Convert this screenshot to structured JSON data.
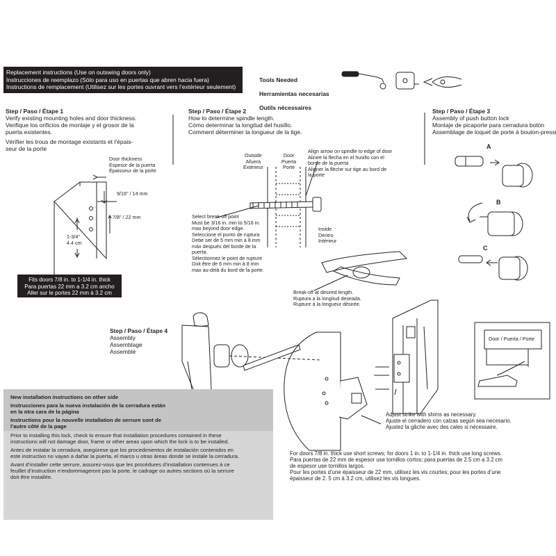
{
  "header": {
    "banner_lines": [
      "Replacement instructions (Use on outswing doors only)",
      "Instrucciones de reemplazo (Sólo para uso en puertas que abren hacia fuera)",
      "Instructions de remplacement (Utilisez sur les portes ouvrant vers l’extérieur seulement)"
    ],
    "tools_lines": [
      "Tools Needed",
      "Herramientas necesarias",
      "Outils nécessaires"
    ],
    "tool_icons": [
      "screwdriver-icon",
      "tape-measure-icon",
      "pliers-icon"
    ]
  },
  "step1": {
    "title": "Step / Paso / Étape 1",
    "text_lines": [
      "Verify existing mounting holes and door thickness.",
      "Verifique los orificios de montaje y el grosor de la",
      "puerta existentes.",
      "Vérifier les trous de montage existants et l’épais-",
      "seur de la porte"
    ],
    "door_thickness_lines": [
      "Door thickness",
      "Espesor de la puerta",
      "Épaisseur de la porte"
    ],
    "dim_916": "9/16\" / 14 mm",
    "dim_78": "7/8\" / 22 mm",
    "dim_134_lines": [
      "1-3/4\"",
      "4.4 cm"
    ],
    "fits_lines": [
      "Fits doors 7/8 in. to 1-1/4 in. thick",
      "Para puertas 22 mm a 3.2 cm ancho",
      "Aller sur le portes 22 mm à 3.2 cm"
    ]
  },
  "step2": {
    "title": "Step / Paso / Étape 2",
    "text_lines": [
      "How to determine spindle length.",
      "Cómo determinar la longitud del husillo.",
      "Comment déterminer la longueur de la tige."
    ],
    "outside_lines": [
      "Outside",
      "Afuera",
      "Extérieur"
    ],
    "door_lines": [
      "Door",
      "Puerta",
      "Porte"
    ],
    "align_lines": [
      "Align arrow on spindle to edge of door",
      "Alinee la flecha en el husillo con el",
      "borde de la puerta",
      "Aligner la flèche sur tige au bord de",
      "la porte"
    ],
    "select_lines": [
      "Select break-off point",
      "Must be 3/16 in. min to 5/16 in.",
      "max beyond door edge.",
      "Seleccione el punto de ruptura",
      "Debe ser de 5 mm min a 8 mm",
      "máx después del borde de la",
      "puerta.",
      "Sélectionnez le point de rupture",
      "Doit être de 6 mm min à 8 mm",
      "max au-delà du bord de la porte."
    ],
    "inside_lines": [
      "Inside",
      "Dentro",
      "Intérieur"
    ],
    "breakoff_lines": [
      "Break-off at desired length.",
      "Ruptura a la longitud deseada.",
      "Rupture à la longueur désirée."
    ]
  },
  "step3": {
    "title": "Step / Paso / Étape 3",
    "text_lines": [
      "Assembly of push button lock",
      "Montaje de picaporte para cerradura botón",
      "Assemblage de loquet de porte à bouton-pression"
    ],
    "label_a": "A",
    "label_b": "B",
    "label_c": "C"
  },
  "step4": {
    "title": "Step / Paso / Étape 4",
    "text_lines": [
      "Assembly",
      "Assemblage",
      "Assemblé"
    ],
    "door_inset_label": "Door / Puerta / Porte",
    "shim_lines": [
      "Adjust strike with shims as necessary.",
      "Ajuste el cerradero con calzas según sea necesario.",
      "Ajustez la gâche avec des cales si nécessaire."
    ],
    "screws_lines": [
      "For doors 7/8 in. thick use short screws; for doors 1 in. to 1-1/4 in. thick use long screws.",
      "Para puertas de 22 mm de espesor use tornillos cortos; para puertas de 2.5 cm a 3.2 cm",
      "de espesor use tornillos largos.",
      "Pour les portes d’une épaisseur de 22 mm, utilisez les vis courtes; pour les portes d’une",
      "épaisseur de 2. 5 cm à 3.2 cm, utilisez les vis longues."
    ]
  },
  "notice": {
    "heading_lines": [
      "New installation instructions on other side",
      "Instrucciones para la nueva instalación de la cerradura están",
      "en la otra cara de la página",
      "Instructions pour la nouvelle installation de serrure sont de",
      "l’autre côté de la page"
    ],
    "body_lines": [
      "Prior to installing this lock, check to ensure that installation procedures contained in these",
      "instructions will not damage door, frame or other areas upon which the lock is to be installed.",
      "Antes de instalar la cerradura, asegúrese que los procedimientos de instalación contenidos en",
      "este instructivo no vayan a dañar la puerta, el marco u otras áreas donde se instale la cerradura.",
      "Avant d’installer cette serrure, assurez-vous que les procédures d’installation contenues à ce",
      "feuillet d’instruction n’endommageront pas la porte, le cadrage ou autres sections où la serrure",
      "doit être installée."
    ]
  }
}
